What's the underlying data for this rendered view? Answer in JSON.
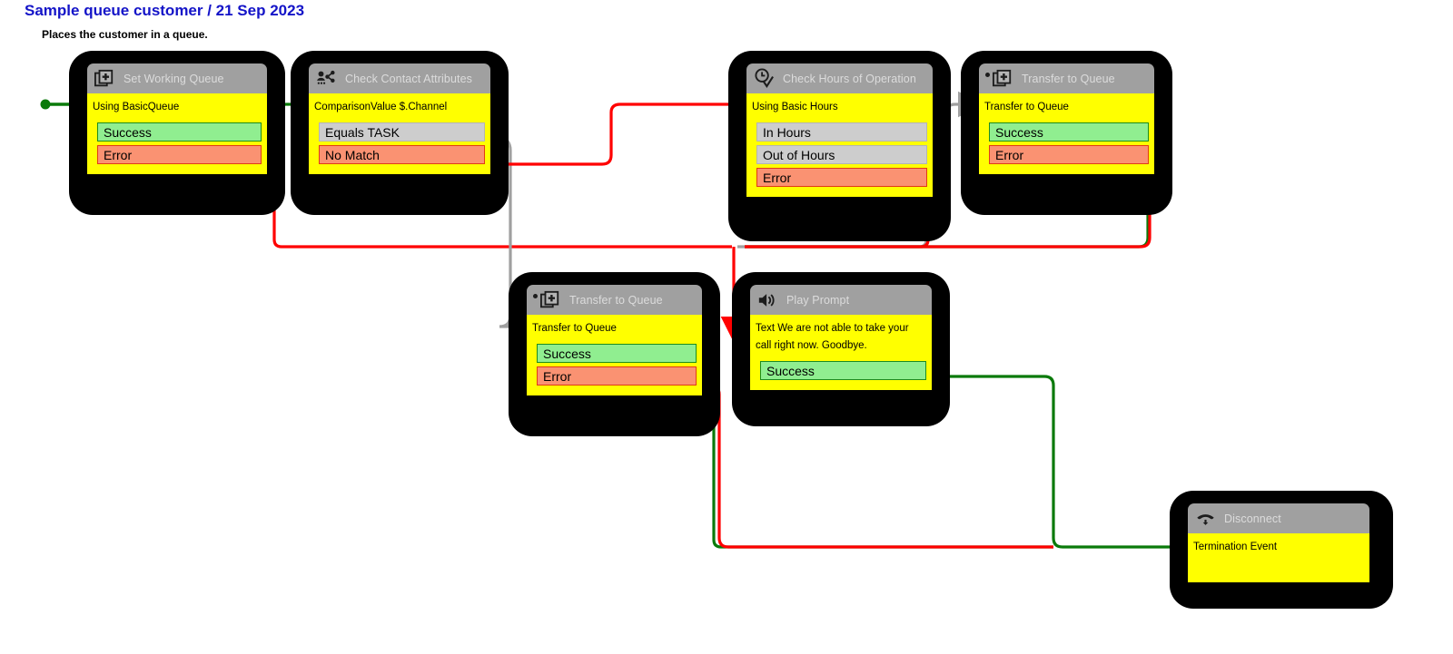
{
  "header": {
    "title": "Sample queue customer / 21 Sep 2023",
    "subtitle": "Places the customer in a queue.",
    "title_color": "#1414c8"
  },
  "palette": {
    "node_shell": "#000000",
    "node_header": "#a0a0a0",
    "node_body": "#ffff00",
    "success": "#90ee90",
    "error": "#fa9272",
    "neutral": "#cdcdcd",
    "wire_error": "#ff0000",
    "wire_success": "#0a7a0a",
    "wire_neutral": "#a0a0a0"
  },
  "nodes": [
    {
      "id": "set-working-queue",
      "icon": "copy-plus-icon",
      "title": "Set Working Queue",
      "body_text": "Using BasicQueue",
      "branches": [
        {
          "label": "Success",
          "kind": "success"
        },
        {
          "label": "Error",
          "kind": "error"
        }
      ]
    },
    {
      "id": "check-contact-attributes",
      "icon": "contact-attributes-icon",
      "title": "Check Contact Attributes",
      "body_text": "ComparisonValue $.Channel",
      "branches": [
        {
          "label": "Equals TASK",
          "kind": "neutral"
        },
        {
          "label": "No Match",
          "kind": "error"
        }
      ]
    },
    {
      "id": "check-hours-of-operation",
      "icon": "clock-check-icon",
      "title": "Check Hours of Operation",
      "body_text": "Using Basic Hours",
      "branches": [
        {
          "label": "In Hours",
          "kind": "neutral"
        },
        {
          "label": "Out of Hours",
          "kind": "neutral"
        },
        {
          "label": "Error",
          "kind": "error"
        }
      ]
    },
    {
      "id": "transfer-to-queue-top",
      "icon": "copy-plus-icon",
      "title": "Transfer to Queue",
      "body_text": "Transfer to Queue",
      "branches": [
        {
          "label": "Success",
          "kind": "success"
        },
        {
          "label": "Error",
          "kind": "error"
        }
      ]
    },
    {
      "id": "transfer-to-queue-mid",
      "icon": "copy-plus-icon",
      "title": "Transfer to Queue",
      "body_text": "Transfer to Queue",
      "branches": [
        {
          "label": "Success",
          "kind": "success"
        },
        {
          "label": "Error",
          "kind": "error"
        }
      ]
    },
    {
      "id": "play-prompt",
      "icon": "speaker-icon",
      "title": "Play Prompt",
      "body_text": "Text We are not able to take your call right now. Goodbye.",
      "branches": [
        {
          "label": "Success",
          "kind": "success"
        }
      ]
    },
    {
      "id": "disconnect",
      "icon": "phone-hangup-icon",
      "title": "Disconnect",
      "body_text": "Termination Event",
      "branches": []
    }
  ]
}
